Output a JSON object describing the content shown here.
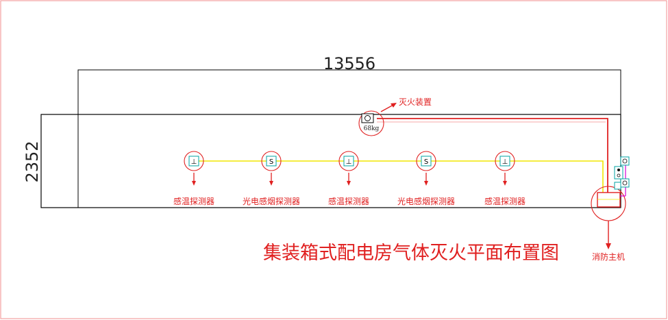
{
  "diagram": {
    "title": "集装箱式配电房气体灭火平面布置图",
    "dim_length": "13556",
    "dim_width": "2352",
    "extinguisher_label": "灭火装置",
    "extinguisher_weight": "68kg",
    "host_label": "消防主机",
    "detectors": [
      {
        "label": "感温探测器",
        "symbol": "heat",
        "glyph": "⊥"
      },
      {
        "label": "光电感烟探测器",
        "symbol": "smoke",
        "glyph": "S"
      },
      {
        "label": "感温探测器",
        "symbol": "heat",
        "glyph": "⊥"
      },
      {
        "label": "光电感烟探测器",
        "symbol": "smoke",
        "glyph": "S"
      },
      {
        "label": "感温探测器",
        "symbol": "heat",
        "glyph": "⊥"
      }
    ],
    "colors": {
      "outline": "#000000",
      "red": "#e02020",
      "yellow": "#f2e600",
      "cyan": "#00a3a3",
      "magenta": "#d400d4",
      "border": "#f3a0a0"
    }
  }
}
